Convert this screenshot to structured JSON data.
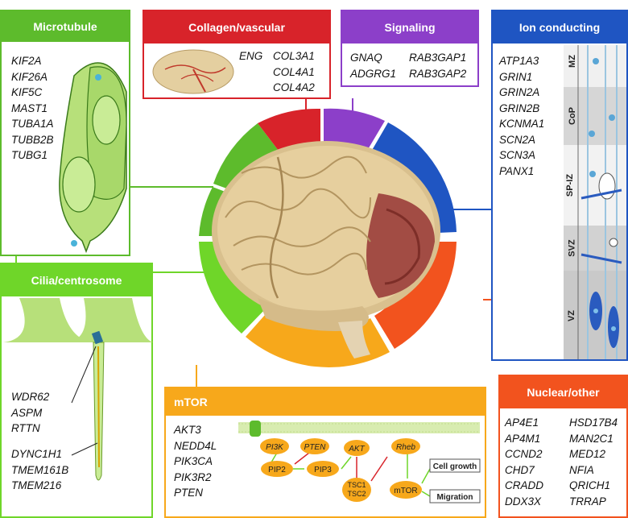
{
  "microtubule": {
    "title": "Microtubule",
    "color": "#5dbb2c",
    "genes": [
      "KIF2A",
      "KIF26A",
      "KIF5C",
      "MAST1",
      "TUBA1A",
      "TUBB2B",
      "TUBG1"
    ]
  },
  "collagen": {
    "title": "Collagen/vascular",
    "color": "#d8232a",
    "genes_left": [
      "ENG"
    ],
    "genes_right": [
      "COL3A1",
      "COL4A1",
      "COL4A2"
    ]
  },
  "signaling": {
    "title": "Signaling",
    "color": "#8c3fc9",
    "genes_left": [
      "GNAQ",
      "ADGRG1"
    ],
    "genes_right": [
      "RAB3GAP1",
      "RAB3GAP2"
    ]
  },
  "ion": {
    "title": "Ion conducting",
    "color": "#1f55c2",
    "genes": [
      "ATP1A3",
      "GRIN1",
      "GRIN2A",
      "GRIN2B",
      "KCNMA1",
      "SCN2A",
      "SCN3A",
      "PANX1"
    ],
    "layers": [
      "MZ",
      "CoP",
      "SP-IZ",
      "SVZ",
      "VZ"
    ]
  },
  "cilia": {
    "title": "Cilia/centrosome",
    "color": "#6fd629",
    "genes_a": [
      "WDR62",
      "ASPM",
      "RTTN"
    ],
    "genes_b": [
      "DYNC1H1",
      "TMEM161B",
      "TMEM216"
    ]
  },
  "mtor": {
    "title": "mTOR",
    "color": "#f7a81b",
    "genes": [
      "AKT3",
      "NEDD4L",
      "PIK3CA",
      "PIK3R2",
      "PTEN"
    ],
    "nodes": {
      "pi3k": "PI3K",
      "pten": "PTEN",
      "pip2": "PIP2",
      "pip3": "PIP3",
      "akt": "AKT",
      "tsc1": "TSC1",
      "tsc2": "TSC2",
      "rheb": "Rheb",
      "mtor": "mTOR"
    },
    "outputs": [
      "Cell growth",
      "Migration"
    ]
  },
  "nuclear": {
    "title": "Nuclear/other",
    "color": "#f2531e",
    "genes_left": [
      "AP4E1",
      "AP4M1",
      "CCND2",
      "CHD7",
      "CRADD",
      "DDX3X"
    ],
    "genes_right": [
      "HSD17B4",
      "MAN2C1",
      "MED12",
      "NFIA",
      "QRICH1",
      "TRRAP"
    ]
  }
}
